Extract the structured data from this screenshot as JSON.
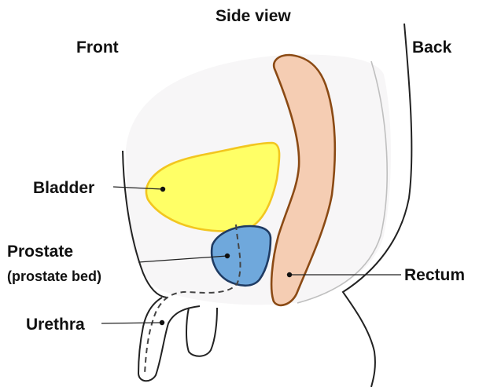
{
  "labels": {
    "title": "Side view",
    "front": "Front",
    "back": "Back",
    "bladder": "Bladder",
    "prostate": "Prostate",
    "prostate_bed": "(prostate bed)",
    "urethra": "Urethra",
    "rectum": "Rectum"
  },
  "colors": {
    "bladder_fill": "#ffff66",
    "bladder_stroke": "#f2c61f",
    "prostate_fill": "#6fa8dc",
    "prostate_stroke": "#1f3b63",
    "rectum_fill": "#f5cdb3",
    "rectum_stroke": "#8b4a14",
    "pelvis_fill": "#f7f6f7",
    "outline": "#222222"
  }
}
